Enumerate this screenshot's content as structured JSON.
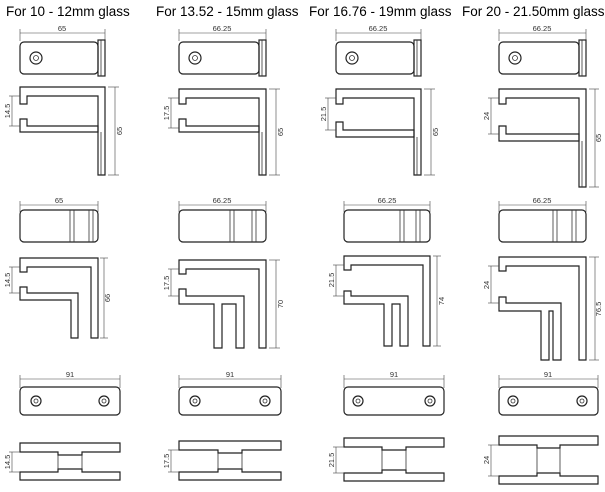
{
  "columns": [
    {
      "title": "For 10 - 12mm glass",
      "top_clamp": {
        "width": "65",
        "gap": "14.5",
        "height": "65"
      },
      "mid_clamp": {
        "width": "65",
        "gap": "14.5",
        "height": "66"
      },
      "flat_clamp": {
        "width": "91",
        "gap": "14.5"
      }
    },
    {
      "title": "For 13.52 - 15mm glass",
      "top_clamp": {
        "width": "66.25",
        "gap": "17.5",
        "height": "65"
      },
      "mid_clamp": {
        "width": "66.25",
        "gap": "17.5",
        "height": "70"
      },
      "flat_clamp": {
        "width": "91",
        "gap": "17.5"
      }
    },
    {
      "title": "For 16.76 - 19mm glass",
      "top_clamp": {
        "width": "66.25",
        "gap": "21.5",
        "height": "65"
      },
      "mid_clamp": {
        "width": "66.25",
        "gap": "21.5",
        "height": "74"
      },
      "flat_clamp": {
        "width": "91",
        "gap": "21.5"
      }
    },
    {
      "title": "For 20 - 21.50mm glass",
      "top_clamp": {
        "width": "66.25",
        "gap": "24",
        "height": "65"
      },
      "mid_clamp": {
        "width": "66.25",
        "gap": "24",
        "height": "76.5"
      },
      "flat_clamp": {
        "width": "91",
        "gap": "24"
      }
    }
  ]
}
